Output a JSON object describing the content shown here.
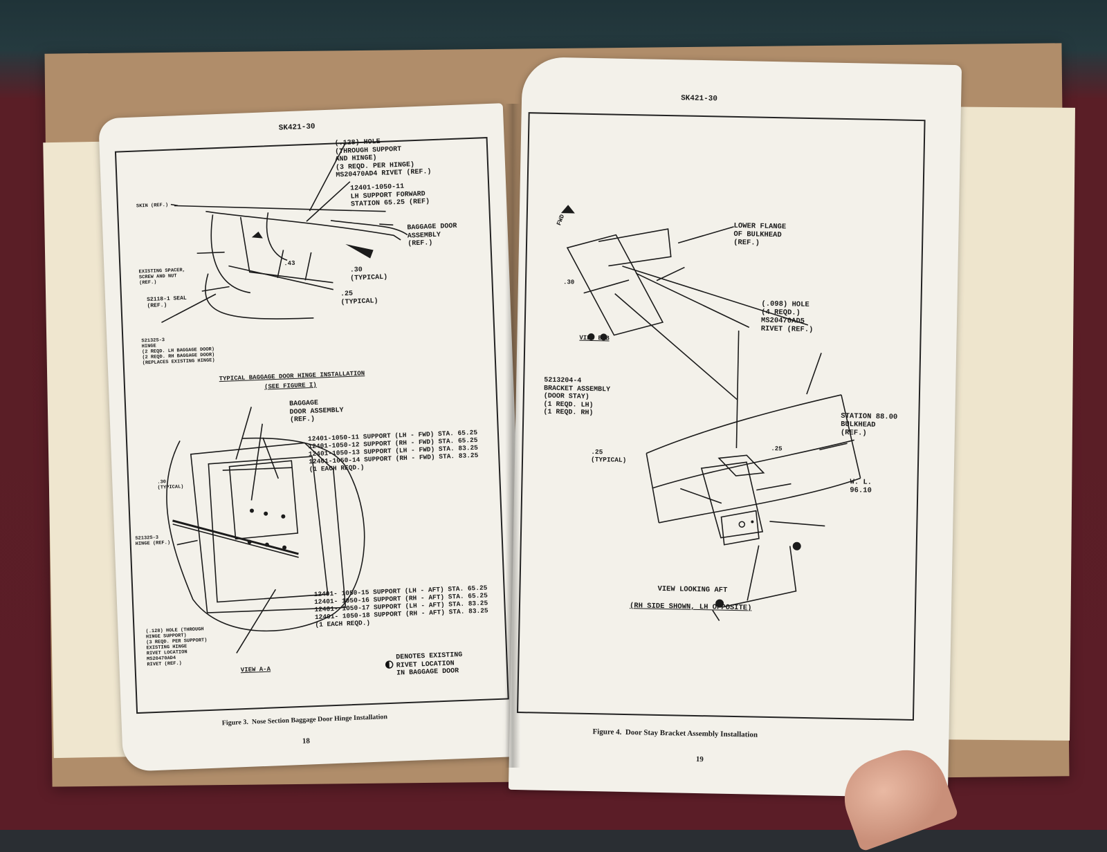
{
  "left_page": {
    "header": "SK421-30",
    "top_labels": {
      "hole_note": "(.128) HOLE\n(THROUGH SUPPORT\nAND HINGE)\n(3 REQD. PER HINGE)\nMS20470AD4 RIVET (REF.)",
      "skin_ref": "SKIN (REF.)",
      "support_fwd": "12401-1050-11\nLH SUPPORT FORWARD\nSTATION 65.25 (REF)",
      "baggage_door_asm": "BAGGAGE DOOR\nASSEMBLY\n(REF.)",
      "spacer": "EXISTING SPACER,\nSCREW AND NUT\n(REF.)",
      "dim_43": ".43",
      "dim_30": ".30\n(TYPICAL)",
      "dim_25": ".25\n(TYPICAL)",
      "seal": "S2118-1 SEAL\n(REF.)",
      "hinge": "S2132S-3\nHINGE\n(2 REQD. LH BAGGAGE DOOR)\n(2 REQD. RH BAGGAGE DOOR)\n(REPLACES EXISTING HINGE)"
    },
    "section_title": "TYPICAL BAGGAGE DOOR HINGE INSTALLATION",
    "section_subtitle": "(SEE FIGURE I)",
    "bottom_labels": {
      "baggage_door_asm2": "BAGGAGE\nDOOR ASSEMBLY\n(REF.)",
      "supports_fwd": "12401-1050-11 SUPPORT (LH - FWD) STA. 65.25\n12401-1050-12 SUPPORT (RH - FWD) STA. 65.25\n12401-1050-13 SUPPORT (LH - FWD) STA. 83.25\n12401-1050-14 SUPPORT (RH - FWD) STA. 83.25\n(1 EACH REQD.)",
      "dim_30b": ".30\n(TYPICAL)",
      "hinge_ref": "S2132S-3\nHINGE (REF.)",
      "supports_aft": "12401- 1050-15 SUPPORT (LH - AFT) STA. 65.25\n12401- 1050-16 SUPPORT (RH - AFT) STA. 65.25\n12401- 1050-17 SUPPORT (LH - AFT) STA. 83.25\n12401- 1050-18 SUPPORT (RH - AFT) STA. 83.25\n(1 EACH REQD.)",
      "hole_note2": "(.128) HOLE (THROUGH\nHINGE SUPPORT)\n(3 REQD. PER SUPPORT)\nEXISTING HINGE\nRIVET LOCATION\nMS20470AD4\nRIVET (REF.)",
      "view": "VIEW A-A",
      "legend": "DENOTES EXISTING\nRIVET LOCATION\nIN BAGGAGE DOOR"
    },
    "caption": "Figure 3.  Nose Section Baggage Door Hinge Installation",
    "page_number": "18"
  },
  "right_page": {
    "header": "SK421-30",
    "fwd": "FWD",
    "lower_flange": "LOWER FLANGE\nOF BULKHEAD\n(REF.)",
    "dim_30": ".30",
    "hole_note": "(.098) HOLE\n(4 REQD.)\nMS20470AD5\nRIVET (REF.)",
    "view_bb": "VIEW B-B",
    "bracket": "5213204-4\nBRACKET ASSEMBLY\n(DOOR STAY)\n(1 REQD. LH)\n(1 REQD. RH)",
    "station": "STATION 88.00\nBULKHEAD\n(REF.)",
    "dim_25": ".25",
    "dim_25_typ": ".25\n(TYPICAL)",
    "wl": "W. L.\n96.10",
    "view_aft": "VIEW LOOKING AFT",
    "view_aft_sub": "(RH SIDE SHOWN, LH OPPOSITE)",
    "caption": "Figure 4.  Door Stay Bracket Assembly Installation",
    "page_number": "19"
  }
}
